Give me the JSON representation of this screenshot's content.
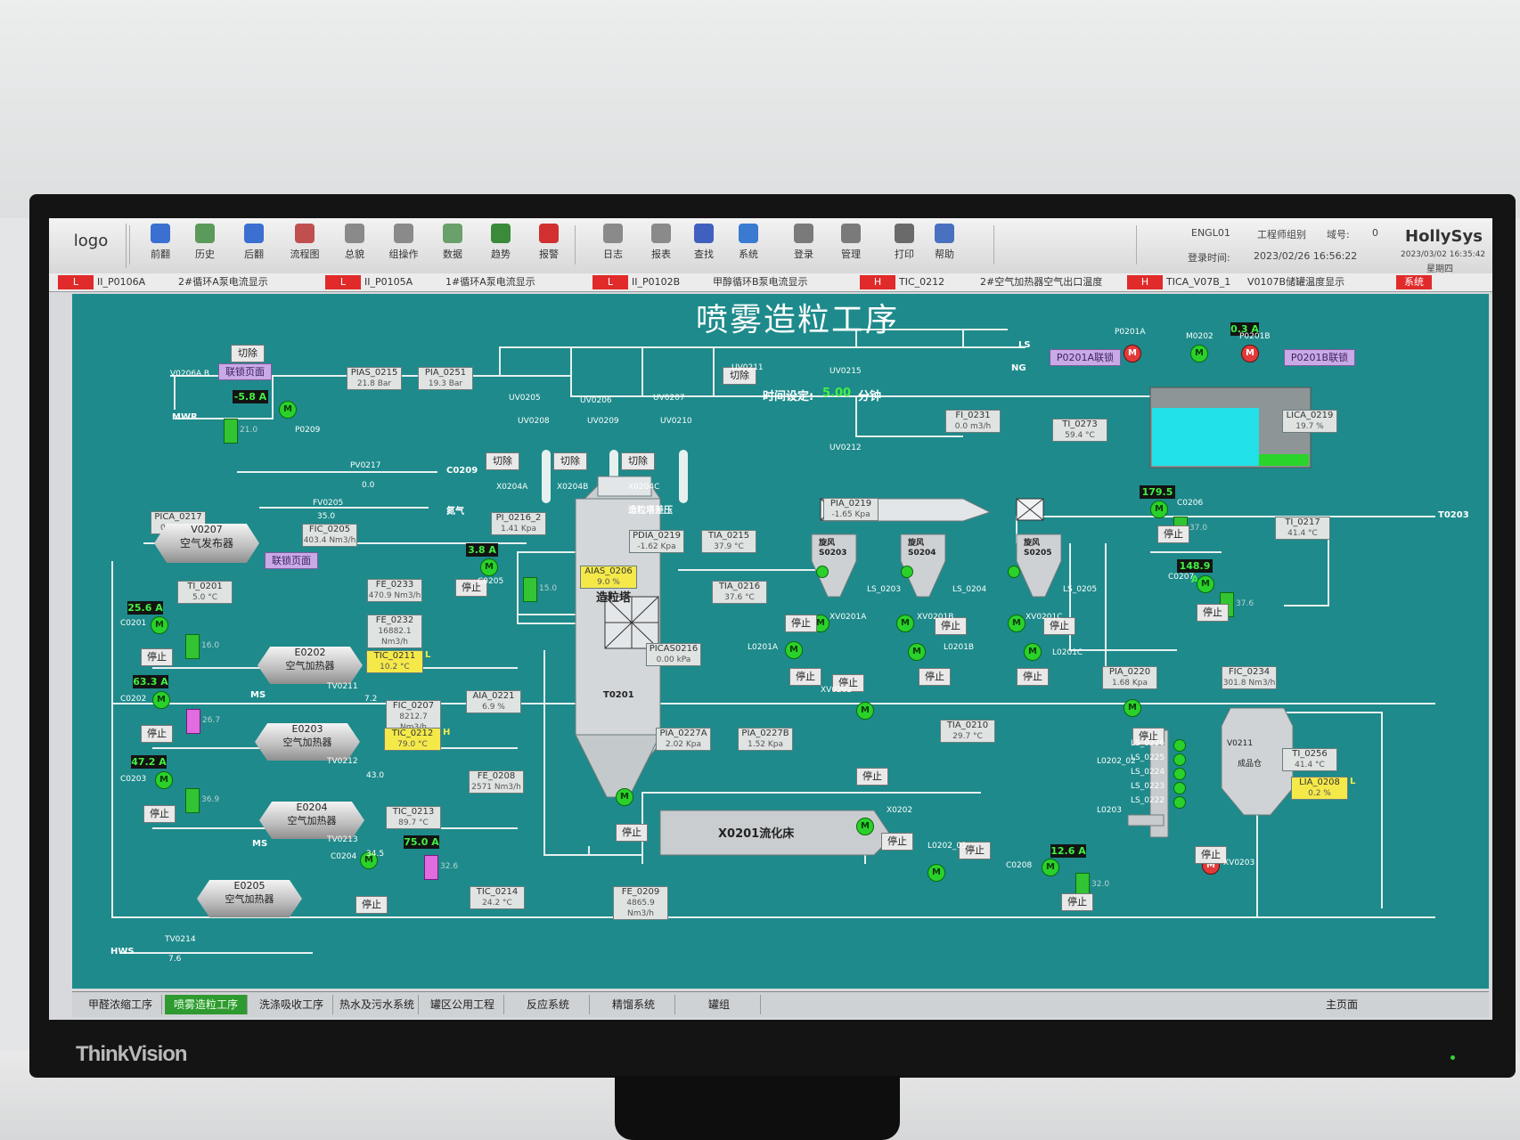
{
  "monitor": {
    "brand": "ThinkVision"
  },
  "toolbar": {
    "logo": "logo",
    "buttons": [
      "前翻",
      "历史",
      "后翻",
      "流程图",
      "总貌",
      "组操作",
      "数据",
      "趋势",
      "报警",
      "日志",
      "报表",
      "查找",
      "系统",
      "登录",
      "管理",
      "打印",
      "帮助"
    ],
    "user": "ENGL01",
    "role": "工程师组别",
    "seat_label": "域号:",
    "seat": "0",
    "login_label": "登录时间:",
    "login_time": "2023/02/26 16:56:22",
    "product": "HollySys",
    "datetime": "2023/03/02 16:35:42",
    "weekday": "星期四"
  },
  "alarms": [
    {
      "level": "L",
      "tag": "II_P0106A",
      "desc": "2#循环A泵电流显示"
    },
    {
      "level": "L",
      "tag": "II_P0105A",
      "desc": "1#循环A泵电流显示"
    },
    {
      "level": "L",
      "tag": "II_P0102B",
      "desc": "甲醇循环B泵电流显示"
    },
    {
      "level": "H",
      "tag": "TIC_0212",
      "desc": "2#空气加热器空气出口温度"
    },
    {
      "level": "H",
      "tag": "TICA_V07B_1",
      "desc": "V0107B储罐温度显示"
    }
  ],
  "alarm_system": "系统",
  "process": {
    "title": "喷雾造粒工序",
    "lines": {
      "ls": "LS",
      "ng": "NG",
      "c0209": "C0209",
      "n2": "氮气",
      "mwr": "MWR",
      "t0203": "T0203",
      "ms": "MS",
      "hws": "HWS"
    },
    "instruments": [
      {
        "id": "pias0215",
        "tag": "PIAS_0215",
        "val": "21.8 Bar"
      },
      {
        "id": "pia0251",
        "tag": "PIA_0251",
        "val": "19.3 Bar"
      },
      {
        "id": "pica0217",
        "tag": "PICA_0217",
        "val": "0.06 Kpa"
      },
      {
        "id": "fic0205",
        "tag": "FIC_0205",
        "val": "403.4 Nm3/h"
      },
      {
        "id": "ti0201",
        "tag": "TI_0201",
        "val": "5.0 °C"
      },
      {
        "id": "fe0233",
        "tag": "FE_0233",
        "val": "470.9 Nm3/h"
      },
      {
        "id": "fe0232",
        "tag": "FE_0232",
        "val": "16882.1 Nm3/h"
      },
      {
        "id": "pi0216",
        "tag": "PI_0216_2",
        "val": "1.41 Kpa"
      },
      {
        "id": "fic0207",
        "tag": "FIC_0207",
        "val": "8212.7 Nm3/h"
      },
      {
        "id": "aia0221",
        "tag": "AIA_0221",
        "val": "6.9 %"
      },
      {
        "id": "fe0208",
        "tag": "FE_0208",
        "val": "2571 Nm3/h"
      },
      {
        "id": "tic0213",
        "tag": "TIC_0213",
        "val": "89.7 °C"
      },
      {
        "id": "tic0214",
        "tag": "TIC_0214",
        "val": "24.2 °C"
      },
      {
        "id": "fe0209",
        "tag": "FE_0209",
        "val": "4865.9 Nm3/h"
      },
      {
        "id": "pdia0219",
        "tag": "PDIA_0219",
        "val": "-1.62 Kpa"
      },
      {
        "id": "tia0215",
        "tag": "TIA_0215",
        "val": "37.9 °C"
      },
      {
        "id": "pia0219",
        "tag": "PIA_0219",
        "val": "-1.65 Kpa"
      },
      {
        "id": "tia0216",
        "tag": "TIA_0216",
        "val": "37.6 °C"
      },
      {
        "id": "picas0216",
        "tag": "PICAS0216",
        "val": "0.00 kPa"
      },
      {
        "id": "pia0227a",
        "tag": "PIA_0227A",
        "val": "2.02 Kpa"
      },
      {
        "id": "pia0227b",
        "tag": "PIA_0227B",
        "val": "1.52 Kpa"
      },
      {
        "id": "tia0210",
        "tag": "TIA_0210",
        "val": "29.7 °C"
      },
      {
        "id": "fi0231",
        "tag": "FI_0231",
        "val": "0.0 m3/h"
      },
      {
        "id": "ti0273",
        "tag": "TI_0273",
        "val": "59.4 °C"
      },
      {
        "id": "lica0219",
        "tag": "LICA_0219",
        "val": "19.7 %"
      },
      {
        "id": "ti0217",
        "tag": "TI_0217",
        "val": "41.4 °C"
      },
      {
        "id": "pia0220",
        "tag": "PIA_0220",
        "val": "1.68 Kpa"
      },
      {
        "id": "fic0234",
        "tag": "FIC_0234",
        "val": "301.8 Nm3/h"
      },
      {
        "id": "ti0256",
        "tag": "TI_0256",
        "val": "41.4 °C"
      }
    ],
    "yellow_tags": [
      {
        "id": "tic0211",
        "tag": "TIC_0211",
        "flag": "L",
        "val": "10.2 °C"
      },
      {
        "id": "tic0212",
        "tag": "TIC_0212",
        "flag": "H",
        "val": "79.0 °C"
      },
      {
        "id": "aias0206",
        "tag": "AIAS_0206",
        "val": "9.0 %"
      },
      {
        "id": "lia0208",
        "tag": "LIA_0208",
        "flag": "L",
        "val": "0.2 %"
      }
    ],
    "currents": {
      "p0209": "-5.8 A",
      "c0205": "3.8 A",
      "c0201": "25.6 A",
      "c0202": "63.3 A",
      "c0203": "47.2 A",
      "c0204": "75.0 A",
      "c0206": "179.5 A",
      "c0207": "148.9 A",
      "c0208": "12.6 A",
      "m0202": "0.3 A"
    },
    "stop_label": "停止",
    "cut_label": "切除",
    "interlock_label": "联锁页面",
    "p0201a_interlock": "P0201A联锁",
    "p0201b_interlock": "P0201B联锁",
    "time_setting_label": "时间设定:",
    "time_setting_value": "5.00",
    "time_unit": "分钟",
    "tower_dp_label": "造粒塔差压",
    "tower_name": "造粒塔",
    "tower_tag": "T0201",
    "fluid_bed": "X0201流化床",
    "air_distributor": {
      "tag": "V0207",
      "name": "空气发布器"
    },
    "heaters": [
      {
        "tag": "E0202",
        "name": "空气加热器"
      },
      {
        "tag": "E0203",
        "name": "空气加热器"
      },
      {
        "tag": "E0204",
        "name": "空气加热器"
      },
      {
        "tag": "E0205",
        "name": "空气加热器"
      }
    ],
    "cyclones": [
      {
        "name": "旋风",
        "tag": "S0203"
      },
      {
        "name": "旋风",
        "tag": "S0204"
      },
      {
        "name": "旋风",
        "tag": "S0205"
      }
    ],
    "equipment_tags": {
      "p0209": "P0209",
      "v0206ab": "V0206A.B",
      "pv0217": "PV0217",
      "fv0205": "FV0205",
      "fv0205_val": "35.0",
      "pv0217_val": "0.0",
      "tv0211": "TV0211",
      "tv0212": "TV0212",
      "tv0213": "TV0213",
      "tv0214": "TV0214",
      "tv0211_val": "7.2",
      "tv0212_val": "43.0",
      "tv0213_val": "34.5",
      "tv0214_val": "7.6",
      "uv0205": "UV0205",
      "uv0206": "UV0206",
      "uv0207": "UV0207",
      "uv0208": "UV0208",
      "uv0209": "UV0209",
      "uv0210": "UV0210",
      "uv0211": "UV0211",
      "uv0212": "UV0212",
      "uv0215": "UV0215",
      "x0204a": "X0204A",
      "x0204b": "X0204B",
      "x0204c": "X0204C",
      "c0201": "C0201",
      "c0202": "C0202",
      "c0203": "C0203",
      "c0204": "C0204",
      "c0205": "C0205",
      "c0206": "C0206",
      "c0207": "C0207",
      "c0208": "C0208",
      "p0201a": "P0201A",
      "p0201b": "P0201B",
      "m0202": "M0202",
      "v0211": "V0211",
      "v0211_name": "成品仓",
      "ls0203": "LS_0203",
      "ls0204": "LS_0204",
      "ls0205": "LS_0205",
      "xv0201a": "XV0201A",
      "xv0201b": "XV0201B",
      "xv0201c": "XV0201C",
      "l0201a": "L0201A",
      "l0201b": "L0201B",
      "l0201c": "L0201C",
      "xv0202": "XV0202",
      "x0202": "X0202",
      "l0202_01": "L0202_01",
      "l0202_02": "L0202_02",
      "l0203": "L0203",
      "xv0203": "XV0203",
      "ls0226": "LS_0226",
      "ls0225": "LS_0225",
      "ls0224": "LS_0224",
      "ls0223": "LS_0223",
      "ls0222": "LS_0222"
    },
    "feedback_vals": {
      "p0209": "21.0",
      "c0205": "15.0",
      "c0201": "16.0",
      "c0202": "26.7",
      "c0203": "36.9",
      "c0204": "32.6",
      "c0206": "37.0",
      "c0207": "37.6",
      "c0208": "32.0"
    }
  },
  "tabs": [
    "甲醛浓缩工序",
    "喷雾造粒工序",
    "洗涤吸收工序",
    "热水及污水系统",
    "罐区公用工程",
    "反应系统",
    "精馏系统",
    "罐组"
  ],
  "home_label": "主页面"
}
